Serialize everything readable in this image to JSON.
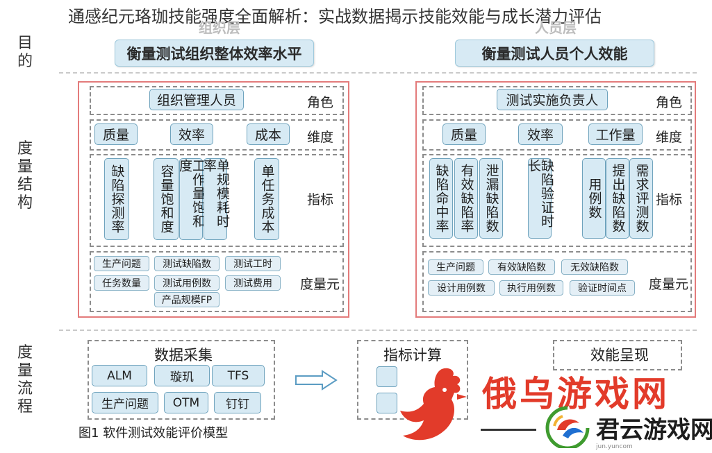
{
  "header": {
    "title": "通感纪元珞珈技能强度全面解析：实战数据揭示技能效能与成长潜力评估",
    "faint_left": "组织层",
    "faint_right": "人员层"
  },
  "side_labels": {
    "purpose": "目的",
    "measure_structure": "度量结构",
    "measure_process": "度量流程"
  },
  "left": {
    "purpose": "衡量测试组织整体效率水平",
    "role": "组织管理人员",
    "dimensions": [
      "质量",
      "效率",
      "成本"
    ],
    "indicators": [
      "缺陷探测率",
      "容量饱和度",
      "工作量饱和度",
      "单规模耗时率",
      "单任务成本"
    ],
    "metrics": [
      "生产问题",
      "测试缺陷数",
      "测试工时",
      "任务数量",
      "测试用例数",
      "测试费用",
      "产品规模FP"
    ]
  },
  "right": {
    "purpose": "衡量测试人员个人效能",
    "role": "测试实施负责人",
    "dimensions": [
      "质量",
      "效率",
      "工作量"
    ],
    "indicators": [
      "缺陷命中率",
      "有效缺陷率",
      "泄漏缺陷数",
      "缺陷验证时长",
      "用例数",
      "提出缺陷数",
      "需求评测数"
    ],
    "metrics": [
      "生产问题",
      "有效缺陷数",
      "无效缺陷数",
      "设计用例数",
      "执行用例数",
      "验证时间点"
    ]
  },
  "row_labels": {
    "role": "角色",
    "dimension": "维度",
    "indicator": "指标",
    "metric": "度量元"
  },
  "flow": {
    "collect_title": "数据采集",
    "collect_items": [
      "ALM",
      "璇玑",
      "TFS",
      "生产问题",
      "OTM",
      "钉钉"
    ],
    "calc_title": "指标计算",
    "present_title": "效能呈现"
  },
  "caption": "图1 软件测试效能评价模型",
  "watermark": {
    "main": "俄乌游戏网",
    "sub": "君云游戏网",
    "tiny": "jun.yuncom"
  },
  "colors": {
    "chip_fill": "#d7eaf4",
    "chip_border": "#6fa3bd",
    "frame_red": "#e37b7b",
    "watermark_red": "#e23b2a",
    "watermark_green": "#3f9b2f",
    "watermark_blue": "#1f6fd1"
  }
}
